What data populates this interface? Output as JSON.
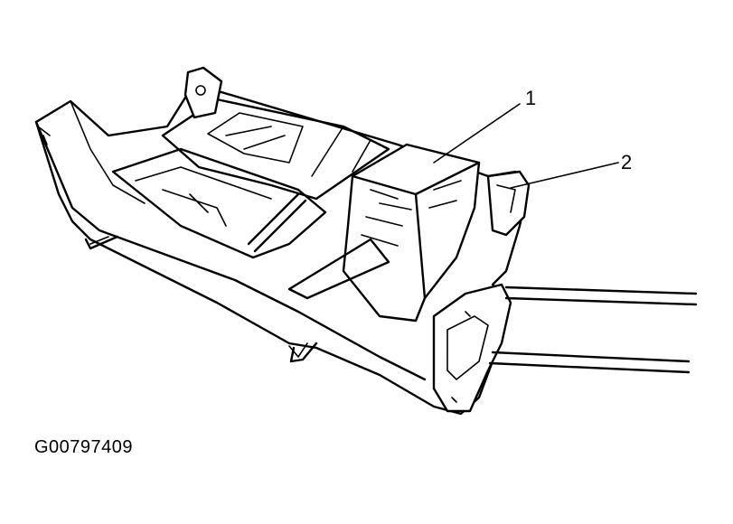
{
  "figure_id": "G00797409",
  "callouts": [
    {
      "label": "1"
    },
    {
      "label": "2"
    }
  ]
}
